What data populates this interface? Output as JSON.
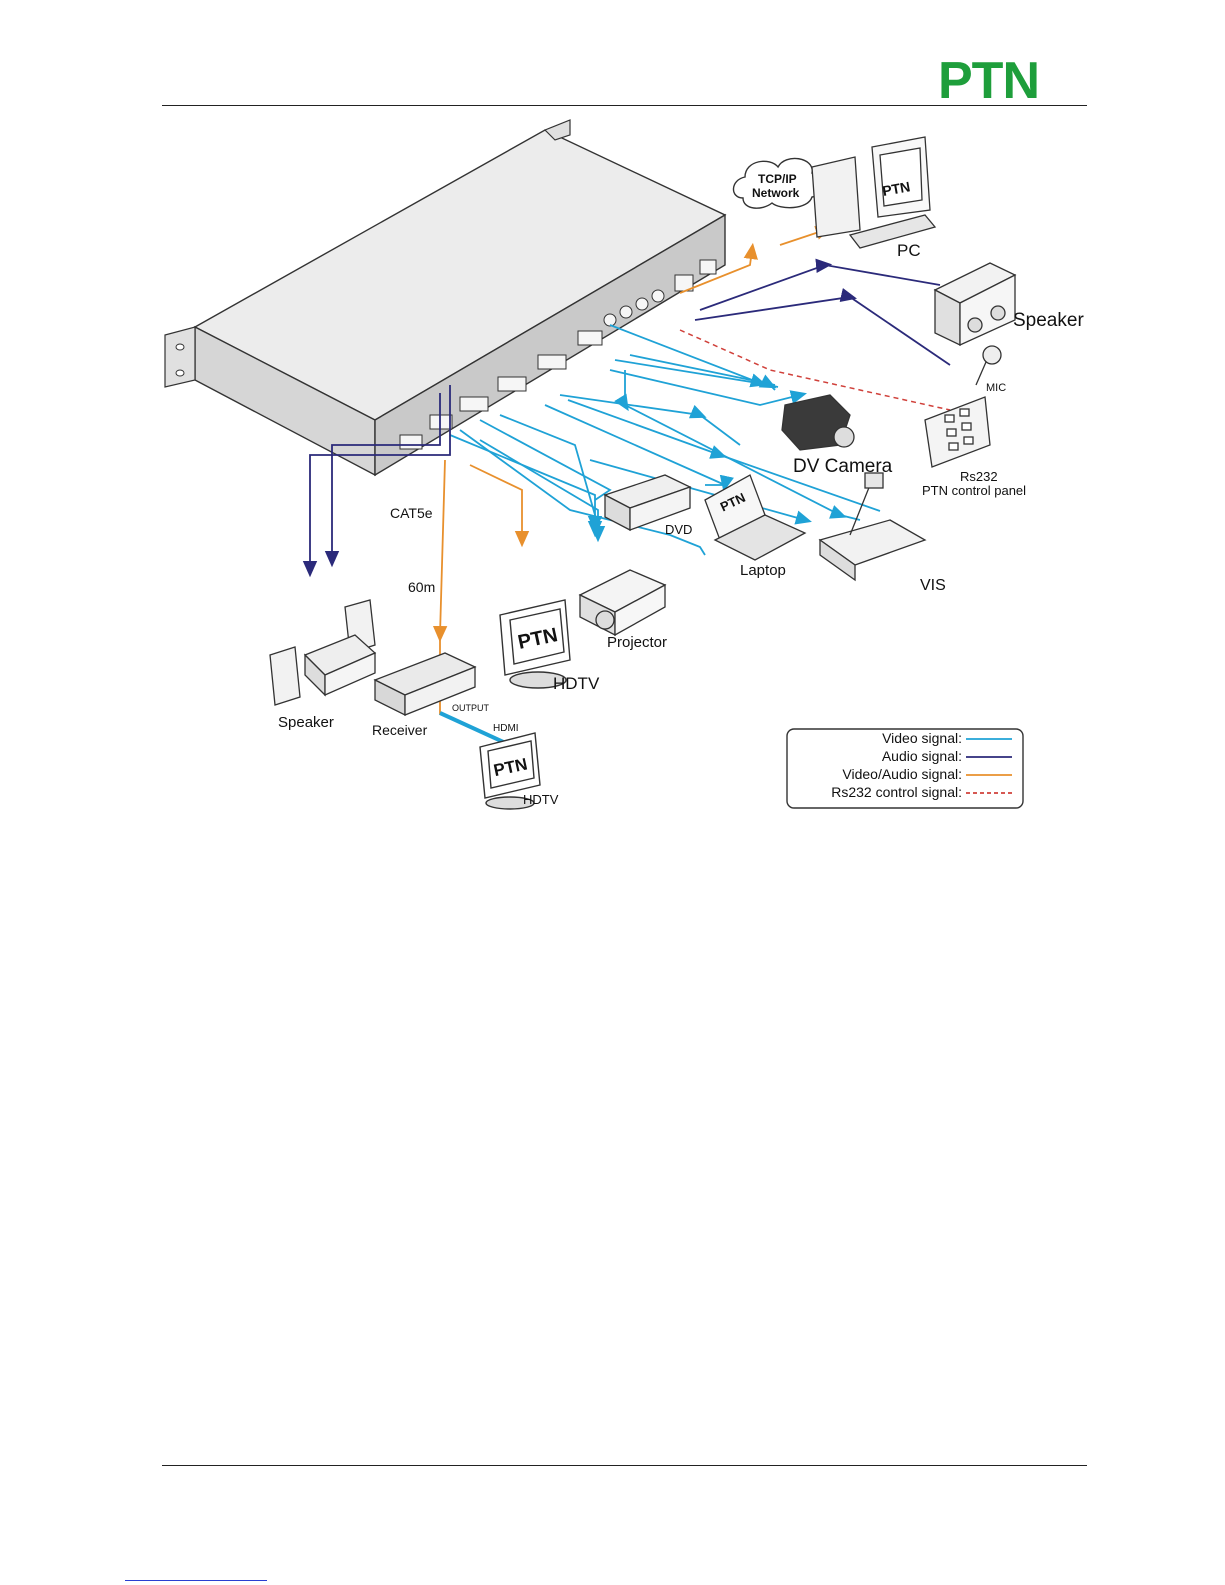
{
  "brand": {
    "logo_text": "PTN",
    "logo_color": "#1e9e3b"
  },
  "diagram": {
    "network_label": "TCP/IP Network",
    "labels": {
      "pc": "PC",
      "speaker_right": "Speaker",
      "mic": "MIC",
      "dv_camera": "DV Camera",
      "rs232_panel_line1": "Rs232",
      "rs232_panel_line2": "PTN control panel",
      "dvd": "DVD",
      "laptop": "Laptop",
      "vis": "VIS",
      "projector": "Projector",
      "hdtv_upper": "HDTV",
      "cat5e": "CAT5e",
      "distance": "60m",
      "speaker_left": "Speaker",
      "receiver": "Receiver",
      "output": "OUTPUT",
      "hdmi": "HDMI",
      "hdtv_lower": "HDTV"
    },
    "screen_brand": "PTN",
    "legend": [
      {
        "label": "Video signal:",
        "color": "#1fa2d6",
        "dash": false
      },
      {
        "label": "Audio signal:",
        "color": "#2b2a7a",
        "dash": false
      },
      {
        "label": "Video/Audio signal:",
        "color": "#e8902d",
        "dash": false
      },
      {
        "label": "Rs232 control signal:",
        "color": "#d0403a",
        "dash": true
      }
    ]
  }
}
